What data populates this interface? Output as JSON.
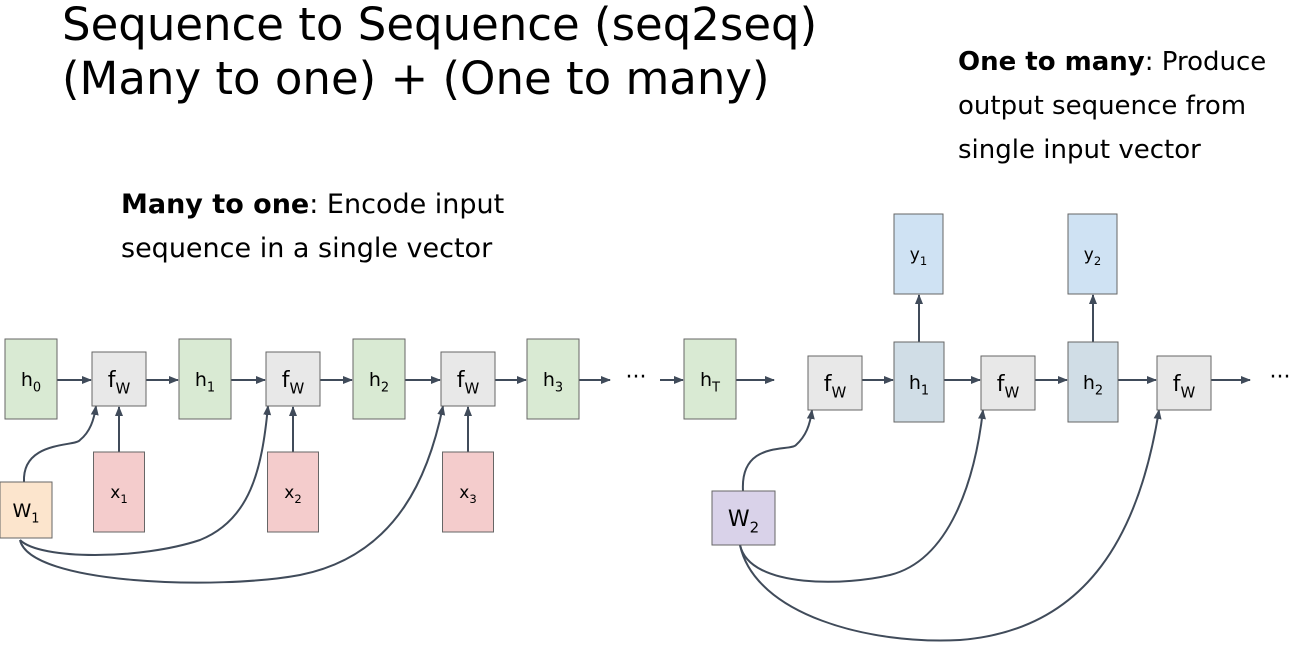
{
  "title": {
    "line1": "Sequence to Sequence (seq2seq)",
    "line2": "(Many to one) + (One to many)"
  },
  "one_to_many": {
    "bold": "One to many",
    "rest": ": Produce",
    "line2": "output sequence from",
    "line3": "single input vector"
  },
  "many_to_one": {
    "bold": "Many to one",
    "rest": ": Encode input",
    "line2": "sequence in a single vector"
  },
  "colors": {
    "hidden": "#d9ead3",
    "function": "#e8e8e8",
    "input": "#f4cccc",
    "output": "#cfe2f3",
    "decoder_hidden": "#d0dde6",
    "weight1": "#fce5cd",
    "weight2": "#d9d2e9",
    "border": "#666666",
    "arrow": "#404b5a"
  },
  "encoder": {
    "hidden": [
      {
        "base": "h",
        "sub": "0"
      },
      {
        "base": "h",
        "sub": "1"
      },
      {
        "base": "h",
        "sub": "2"
      },
      {
        "base": "h",
        "sub": "3"
      },
      {
        "base": "h",
        "sub": "T"
      }
    ],
    "functions": [
      {
        "base": "f",
        "sub": "W"
      },
      {
        "base": "f",
        "sub": "W"
      },
      {
        "base": "f",
        "sub": "W"
      }
    ],
    "inputs": [
      {
        "base": "x",
        "sub": "1"
      },
      {
        "base": "x",
        "sub": "2"
      },
      {
        "base": "x",
        "sub": "3"
      }
    ],
    "weight": {
      "base": "W",
      "sub": "1"
    },
    "ellipsis": "···"
  },
  "decoder": {
    "functions": [
      {
        "base": "f",
        "sub": "W"
      },
      {
        "base": "f",
        "sub": "W"
      },
      {
        "base": "f",
        "sub": "W"
      }
    ],
    "hidden": [
      {
        "base": "h",
        "sub": "1"
      },
      {
        "base": "h",
        "sub": "2"
      }
    ],
    "outputs": [
      {
        "base": "y",
        "sub": "1"
      },
      {
        "base": "y",
        "sub": "2"
      }
    ],
    "weight": {
      "base": "W",
      "sub": "2"
    },
    "ellipsis": "···"
  }
}
